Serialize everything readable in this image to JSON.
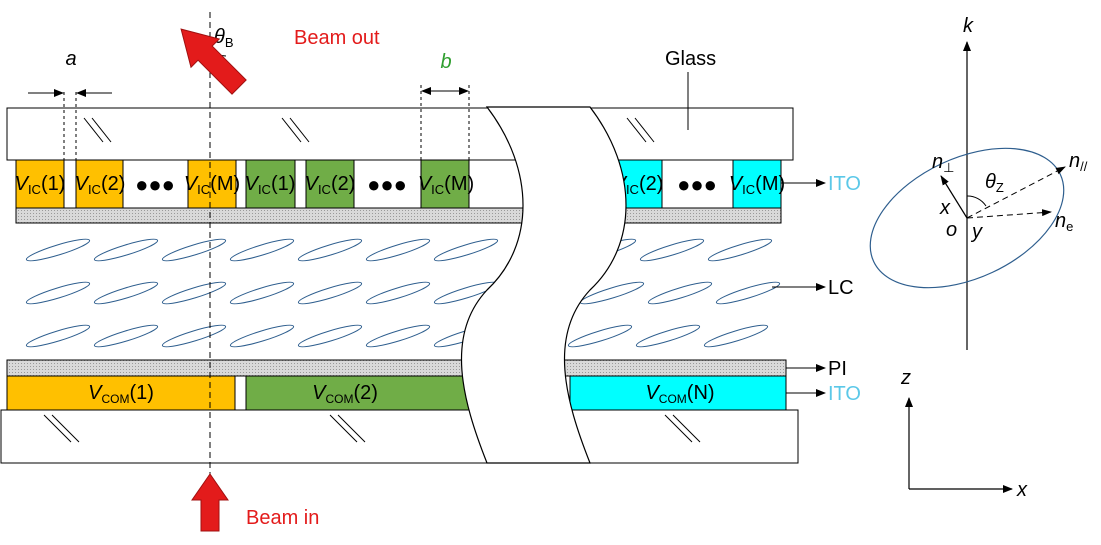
{
  "labels": {
    "beam_out": "Beam out",
    "beam_in": "Beam in",
    "glass": "Glass",
    "ito_top": "ITO",
    "ito_bottom": "ITO",
    "lc": "LC",
    "pi": "PI",
    "gap_a": "a",
    "gap_b": "b",
    "theta_b_sym": "θ",
    "theta_b_sub": "B"
  },
  "top_electrodes": [
    {
      "var": "V",
      "sub": "IC",
      "arg": "(1)"
    },
    {
      "var": "V",
      "sub": "IC",
      "arg": "(2)"
    },
    {
      "var": "V",
      "sub": "IC",
      "arg": "(M)"
    },
    {
      "var": "V",
      "sub": "IC",
      "arg": "(1)"
    },
    {
      "var": "V",
      "sub": "IC",
      "arg": "(2)"
    },
    {
      "var": "V",
      "sub": "IC",
      "arg": "(M)"
    },
    {
      "var": "V",
      "sub": "IC",
      "arg": "(2)"
    },
    {
      "var": "V",
      "sub": "IC",
      "arg": "(M)"
    }
  ],
  "bottom_electrodes": [
    {
      "var": "V",
      "sub": "COM",
      "arg": "(1)"
    },
    {
      "var": "V",
      "sub": "COM",
      "arg": "(2)"
    },
    {
      "var": "V",
      "sub": "COM",
      "arg": "(N)"
    }
  ],
  "ellipsis": "●●●",
  "index_ellipsoid": {
    "axis_k": "k",
    "n_perp": "n",
    "n_perp_sub": "⊥",
    "n_par": "n",
    "n_par_sub": "//",
    "n_e": "n",
    "n_e_sub": "e",
    "theta_z": "θ",
    "theta_z_sub": "Z",
    "x": "x",
    "y": "y",
    "o": "o"
  },
  "axes": {
    "z": "z",
    "x": "x"
  },
  "colors": {
    "orange": "#FFC000",
    "green": "#70AD47",
    "cyan": "#00FFFF",
    "red": "#E31B1B",
    "ito_label": "#5BC8E8",
    "gap_b_label": "#2E9E2E",
    "pi_layer": "#C8C8C8",
    "ellipse": "#2E5E8E"
  }
}
